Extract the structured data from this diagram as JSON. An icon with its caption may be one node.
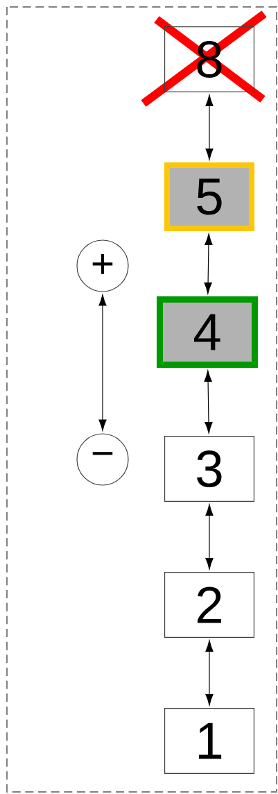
{
  "diagram": {
    "nodes": [
      {
        "text": [
          "8"
        ]
      },
      {
        "text": [
          "5"
        ]
      },
      {
        "text": [
          "4"
        ]
      },
      {
        "text": [
          "3"
        ]
      },
      {
        "text": [
          "2"
        ]
      },
      {
        "text": [
          "1"
        ]
      },
      {
        "text": [
          "+"
        ]
      },
      {
        "text": [
          "−"
        ]
      }
    ],
    "edges": [
      {
        "from": 0,
        "to": 1,
        "arrow": "both"
      },
      {
        "from": 1,
        "to": 2,
        "arrow": "both"
      },
      {
        "from": 2,
        "to": 3,
        "arrow": "both"
      },
      {
        "from": 3,
        "to": 4,
        "arrow": "both"
      },
      {
        "from": 4,
        "to": 5,
        "arrow": "both"
      },
      {
        "from": 6,
        "to": 7,
        "arrow": "both"
      }
    ]
  }
}
